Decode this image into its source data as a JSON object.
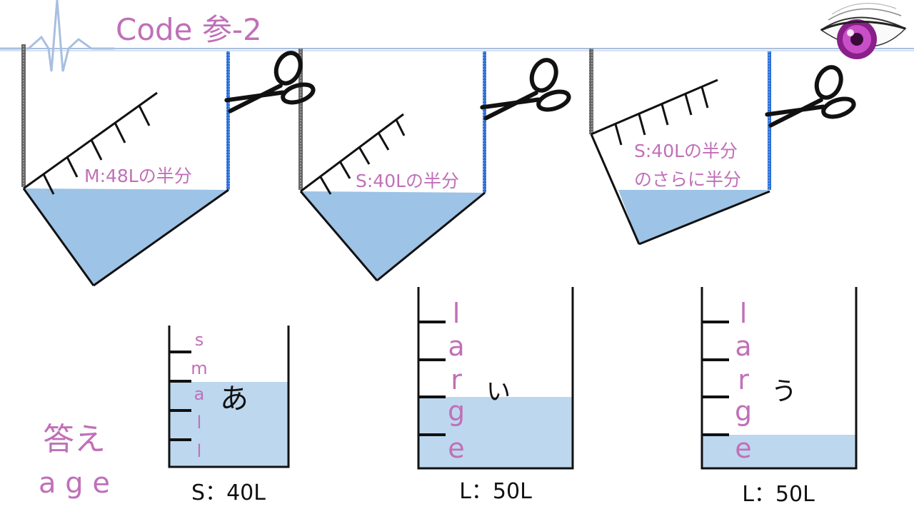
{
  "header": {
    "title": "Code 参-2"
  },
  "colors": {
    "accent": "#c070b8",
    "water": "#9dc3e6",
    "water_light": "#bdd7ee",
    "blue_edge": "#2b6fd6",
    "hatch": "#555555"
  },
  "icons": {
    "header_heartbeat": "heartbeat-line-icon",
    "header_eye": "eye-icon",
    "cut": "scissors-icon"
  },
  "tilted_containers": [
    {
      "label": [
        "M:48Lの半分"
      ]
    },
    {
      "label": [
        "S:40Lの半分"
      ]
    },
    {
      "label": [
        "S:40Lの半分",
        "のさらに半分"
      ]
    }
  ],
  "beakers": [
    {
      "letters": [
        "s",
        "m",
        "a",
        "l",
        "l"
      ],
      "answer_mark": "あ",
      "caption": "S：40L"
    },
    {
      "letters": [
        "l",
        "a",
        "r",
        "g",
        "e"
      ],
      "answer_mark": "い",
      "caption": "L：50L"
    },
    {
      "letters": [
        "l",
        "a",
        "r",
        "g",
        "e"
      ],
      "answer_mark": "う",
      "caption": "L：50L"
    }
  ],
  "answer": {
    "heading": "答え",
    "value": "a g e"
  }
}
